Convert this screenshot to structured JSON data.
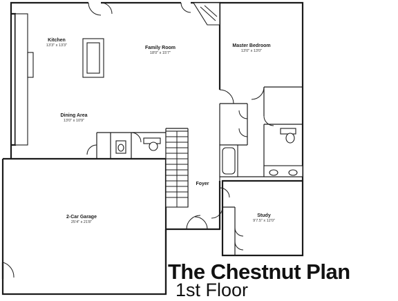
{
  "plan": {
    "title": "The Chestnut Plan",
    "subtitle": "1st Floor",
    "rooms": {
      "kitchen": {
        "name": "Kitchen",
        "dims": "13'3\" x 13'3\""
      },
      "family_room": {
        "name": "Family Room",
        "dims": "18'0\" x 15'7\""
      },
      "master_bedroom": {
        "name": "Master Bedroom",
        "dims": "13'0\" x 13'0\""
      },
      "dining_area": {
        "name": "Dining Area",
        "dims": "13'0\" x 10'9\""
      },
      "foyer": {
        "name": "Foyer",
        "dims": ""
      },
      "garage": {
        "name": "2-Car Garage",
        "dims": "25'4\" x 21'8\""
      },
      "study": {
        "name": "Study",
        "dims": "9'7.5\" x 12'0\""
      }
    },
    "colors": {
      "line": "#1a1a1a",
      "background": "#ffffff"
    }
  }
}
